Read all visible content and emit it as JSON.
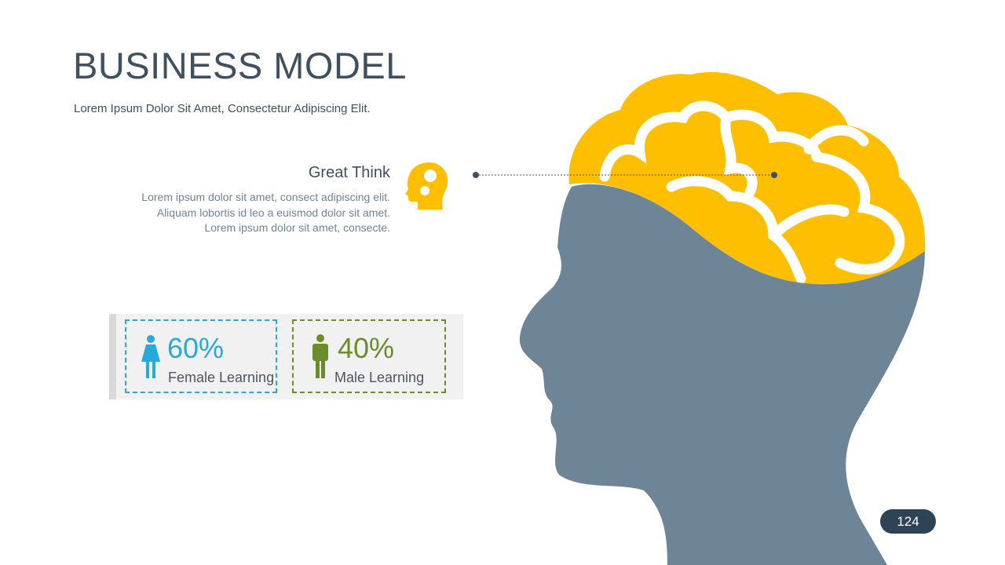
{
  "slide": {
    "title": "BUSINESS MODEL",
    "subtitle": "Lorem Ipsum Dolor Sit Amet, Consectetur Adipiscing Elit.",
    "page_number": "124"
  },
  "great_think": {
    "title": "Great Think",
    "body": "Lorem ipsum dolor sit amet, consect adipiscing elit. Aliquam lobortis id leo a euismod dolor sit amet. Lorem ipsum dolor sit amet, consecte.",
    "icon": "head-brain-icon"
  },
  "stats": [
    {
      "percent": "60%",
      "label": "Female Learning",
      "icon": "female-icon",
      "color": "#29a8dc"
    },
    {
      "percent": "40%",
      "label": "Male Learning",
      "icon": "male-icon",
      "color": "#6a8c2a"
    }
  ],
  "colors": {
    "head": "#6e8597",
    "brain": "#fdbf00",
    "text": "#3f5060"
  }
}
